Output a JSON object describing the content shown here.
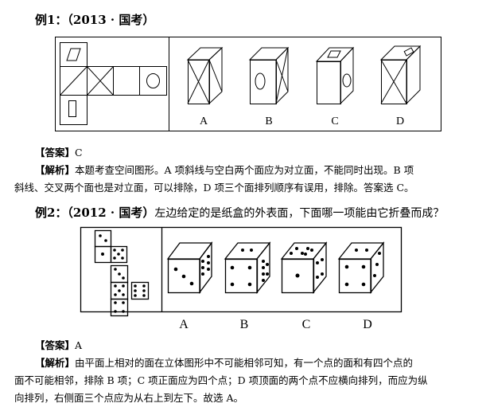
{
  "example1": {
    "title": "例1：（2013 · 国考）",
    "options": [
      "A",
      "B",
      "C",
      "D"
    ],
    "answer_label": "【答案】",
    "answer": "C",
    "analysis_label": "【解析】",
    "analysis_line1": "本题考查空间图形。A 项斜线与空白两个面应为对立面，不能同时出现。B 项",
    "analysis_line2": "斜线、交叉两个面也是对立面，可以排除，D 项三个面排列顺序有误用，排除。答案选 C。"
  },
  "example2": {
    "title": "例2：（2012 · 国考）",
    "question": "左边给定的是纸盒的外表面，下面哪一项能由它折叠而成？",
    "options": [
      "A",
      "B",
      "C",
      "D"
    ],
    "answer_label": "【答案】",
    "answer": "A",
    "analysis_label": "【解析】",
    "analysis_line1": "由平面上相对的面在立体图形中不可能相邻可知，有一个点的面和有四个点的",
    "analysis_line2": "面不可能相邻，排除 B 项；C 项正面应为四个点；D 项顶面的两个点不应横向排列，而应为纵",
    "analysis_line3": "向排列，右侧面三个点应为从右上到左下。故选 A。"
  }
}
